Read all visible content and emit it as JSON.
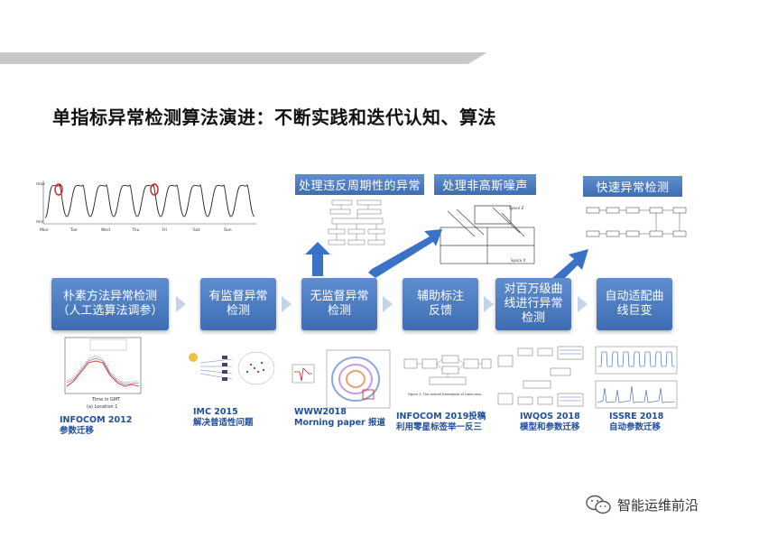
{
  "title": "单指标异常检测算法演进：不断实践和迭代认知、算法",
  "stages": [
    {
      "label": "朴素方法异常检测\n（人工选算法调参）"
    },
    {
      "label": "有监督异常\n检测"
    },
    {
      "label": "无监督异常\n检测"
    },
    {
      "label": "辅助标注\n反馈"
    },
    {
      "label": "对百万级曲\n线进行异常\n检测"
    },
    {
      "label": "自动适配曲\n线巨变"
    }
  ],
  "tags": [
    {
      "label": "处理违反周期性的异常"
    },
    {
      "label": "处理非高斯噪声"
    },
    {
      "label": "快速异常检测"
    }
  ],
  "citations": [
    {
      "line1": "INFOCOM 2012",
      "line2": "参数迁移"
    },
    {
      "line1": "IMC 2015",
      "line2": "解决普适性问题"
    },
    {
      "line1": "WWW2018",
      "line2": "Morning paper 报道"
    },
    {
      "line1": "INFOCOM  2019投稿",
      "line2": "利用零星标签举一反三"
    },
    {
      "line1": "IWQOS 2018",
      "line2": "模型和参数迁移"
    },
    {
      "line1": "ISSRE 2018",
      "line2": "自动参数迁移"
    }
  ],
  "top_chart": {
    "y_labels": [
      "max",
      "min"
    ],
    "x_labels": [
      "Mon",
      "Tue",
      "Wed",
      "Thu",
      "Fri",
      "Sat",
      "Sun"
    ]
  },
  "thumb_text": {
    "infocom_xlabel": "Time in GMT",
    "infocom_caption": "(a) Location 1",
    "donut_label": "Space Z",
    "donut_cell": "Space X",
    "labelless_caption": "Figure 1: The overall framework of Label-less."
  },
  "watermark": {
    "icon": "wechat-icon",
    "text": "智能运维前沿"
  },
  "colors": {
    "stage_fill": "#4a7bc4",
    "arrow_blue": "#3a72c8",
    "chevron": "#c5d3ea",
    "citation": "#1f4e9c",
    "anomaly_mark": "#e02020"
  }
}
